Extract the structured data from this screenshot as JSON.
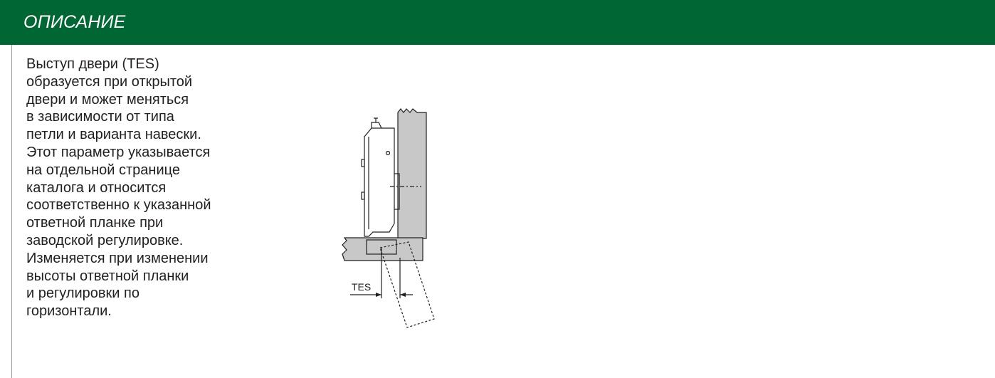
{
  "header": {
    "title": "ОПИСАНИЕ",
    "background_color": "#006633",
    "text_color": "#ffffff"
  },
  "description": {
    "lines": [
      "Выступ двери (TES)",
      "образуется при открытой",
      "двери и может меняться",
      "в зависимости от типа",
      "петли и варианта навески.",
      "Этот параметр указывается",
      "на отдельной странице",
      "каталога и относится",
      "соответственно к указанной",
      "ответной планке при",
      "заводской регулировке.",
      "Изменяется при изменении",
      "высоты ответной планки",
      "и регулировки по",
      "горизонтали."
    ]
  },
  "diagram": {
    "tes_label": "TES",
    "fill_color": "#c8c8c8",
    "line_color": "#231f20"
  }
}
